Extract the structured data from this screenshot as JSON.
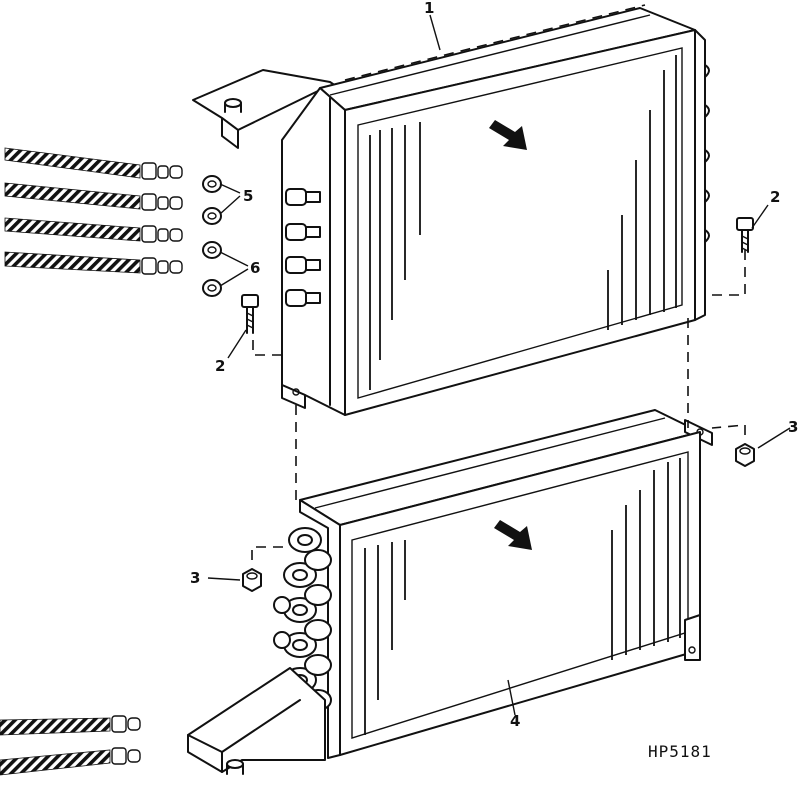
{
  "diagram": {
    "callouts": {
      "c1": "1",
      "c2_right": "2",
      "c2_left": "2",
      "c3_right": "3",
      "c3_left": "3",
      "c4": "4",
      "c5": "5",
      "c6": "6"
    },
    "figure_code": "HP5181"
  }
}
